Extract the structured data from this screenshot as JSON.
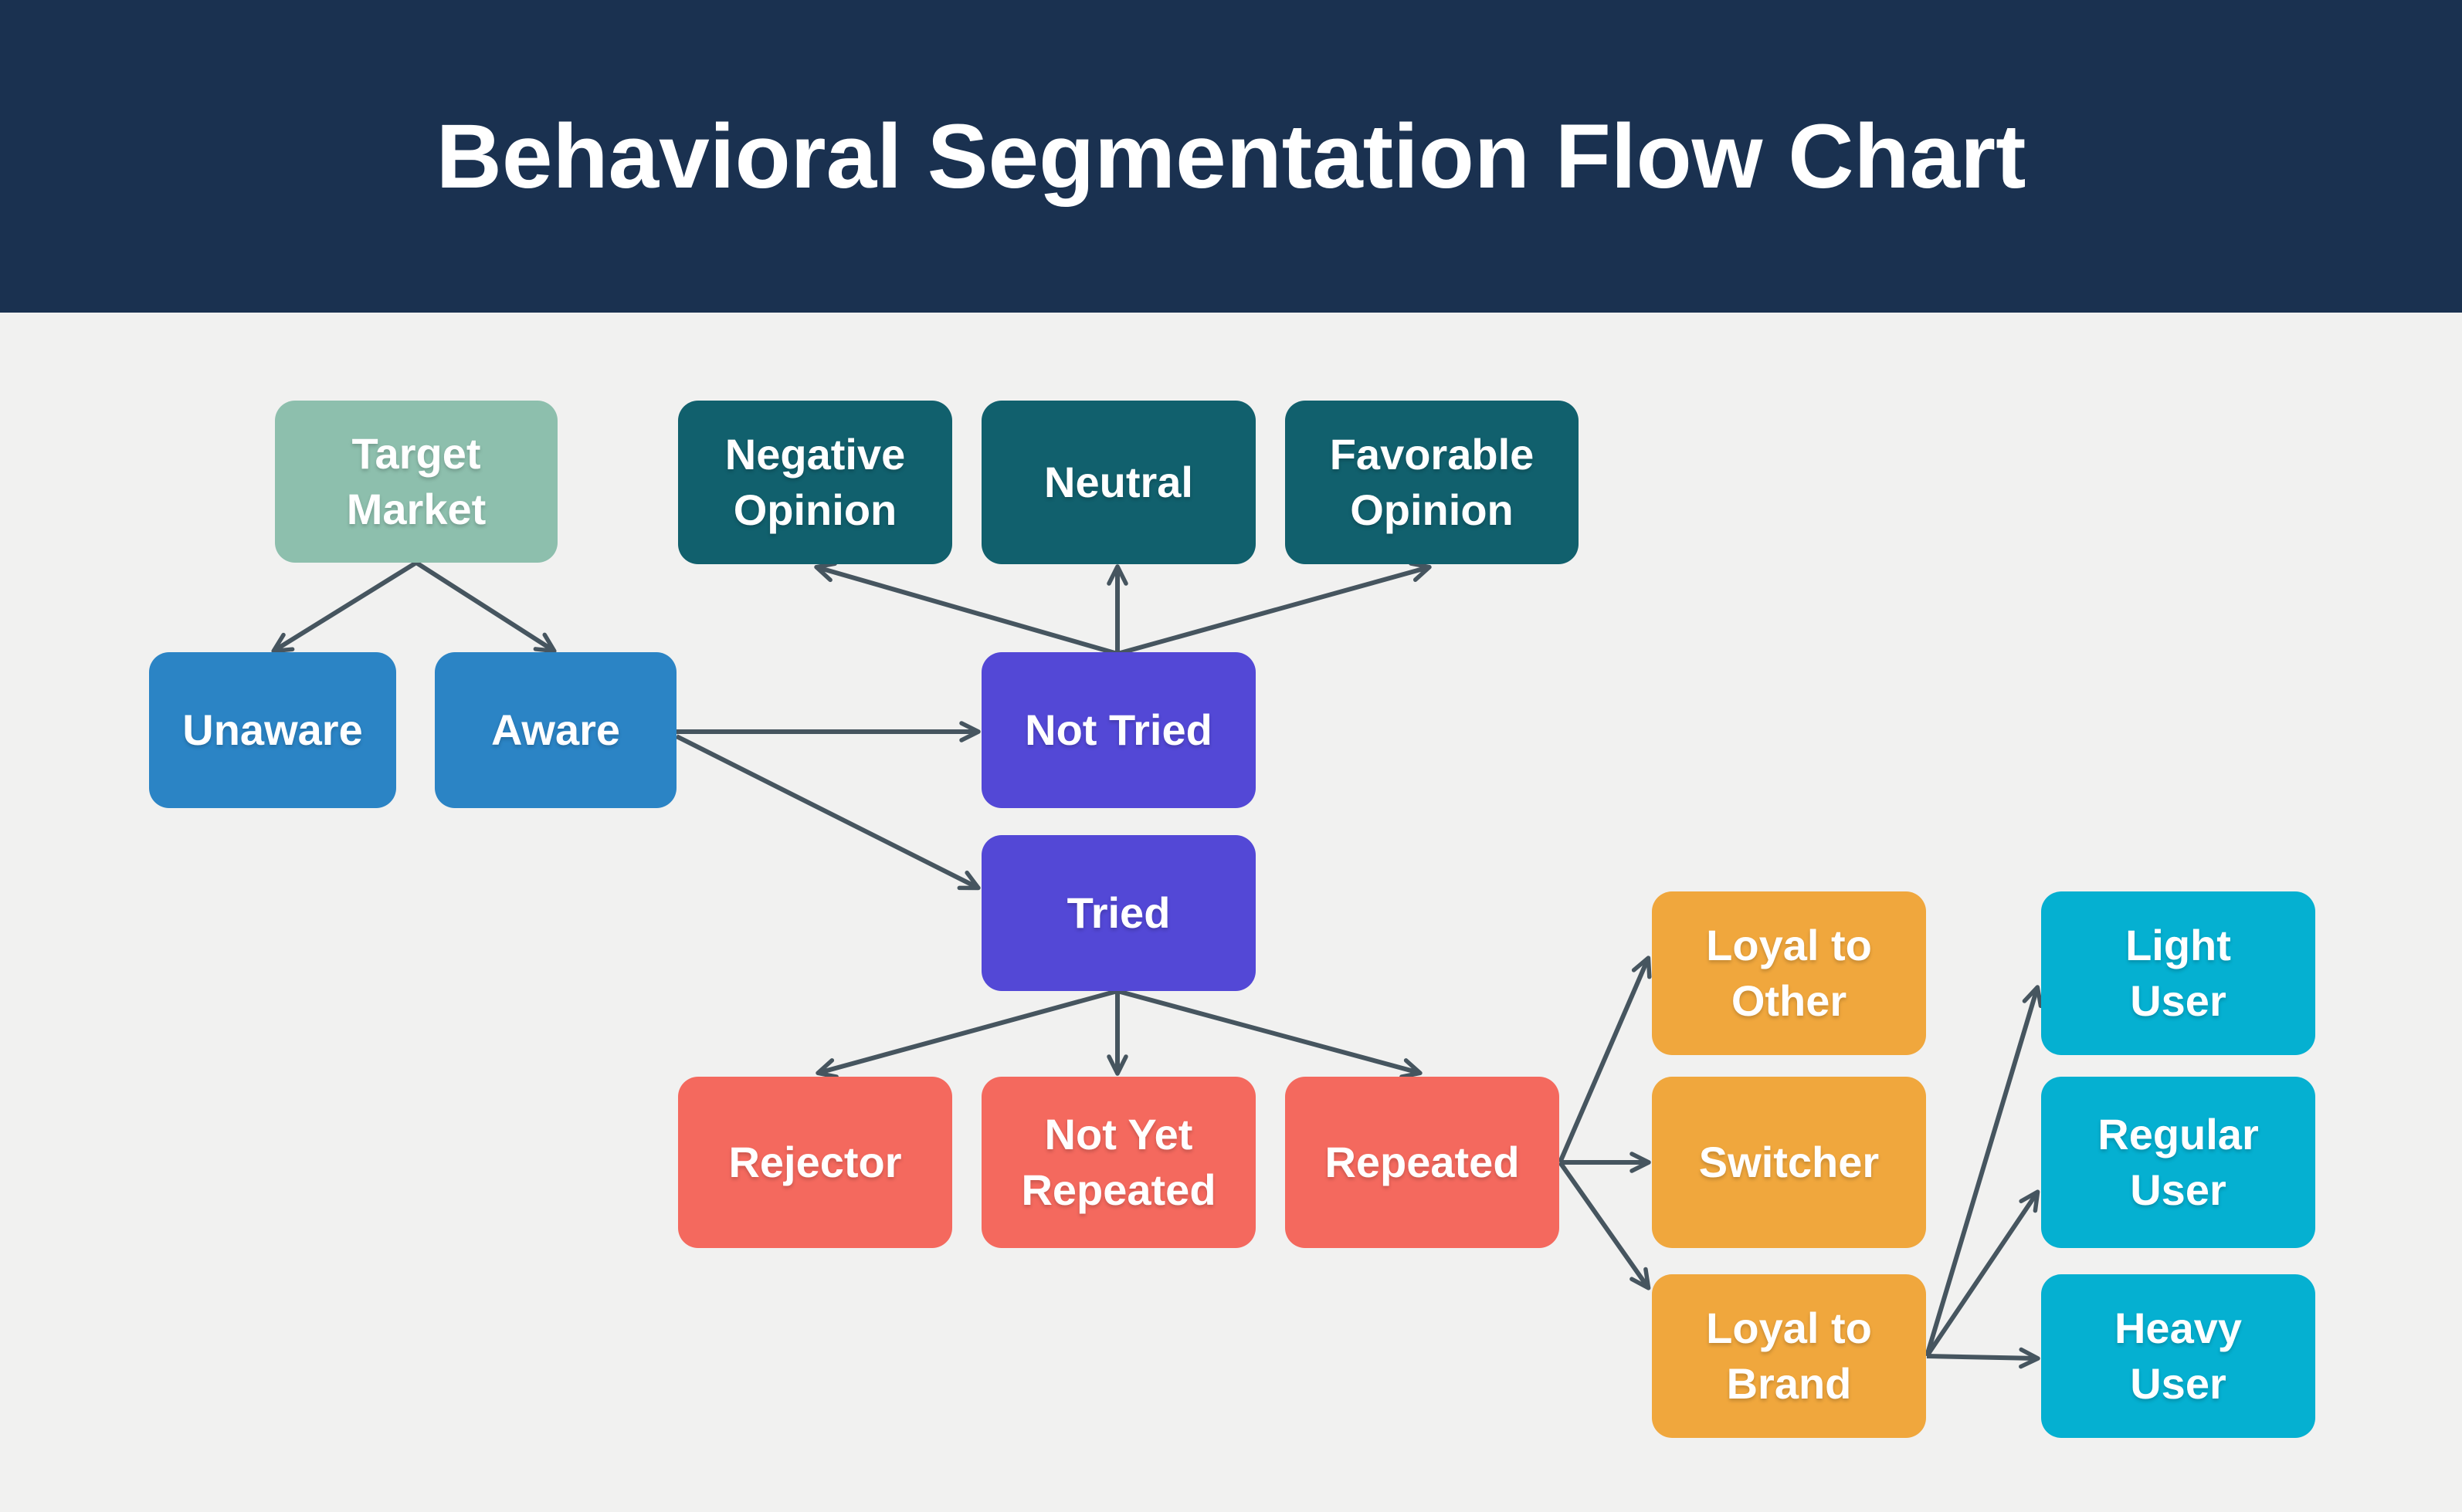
{
  "header": {
    "title": "Behavioral Segmentation Flow Chart"
  },
  "palette": {
    "header_bar": "#1a3150",
    "background": "#f1f1f0",
    "arrow": "#46555f",
    "node_text": "#ffffff",
    "green": "#8dbfad",
    "teal": "#11606d",
    "blue": "#2b84c5",
    "purple": "#5348d6",
    "coral": "#f4695e",
    "orange": "#f0a73d",
    "cyan": "#05b0d1"
  },
  "nodes": [
    {
      "id": "target-market",
      "label": "Target\nMarket",
      "color": "green"
    },
    {
      "id": "negative-opinion",
      "label": "Negative\nOpinion",
      "color": "teal"
    },
    {
      "id": "neutral",
      "label": "Neutral",
      "color": "teal"
    },
    {
      "id": "favorable-opinion",
      "label": "Favorable\nOpinion",
      "color": "teal"
    },
    {
      "id": "unaware",
      "label": "Unaware",
      "color": "blue"
    },
    {
      "id": "aware",
      "label": "Aware",
      "color": "blue"
    },
    {
      "id": "not-tried",
      "label": "Not Tried",
      "color": "purple"
    },
    {
      "id": "tried",
      "label": "Tried",
      "color": "purple"
    },
    {
      "id": "rejector",
      "label": "Rejector",
      "color": "coral"
    },
    {
      "id": "not-yet-repeated",
      "label": "Not Yet\nRepeated",
      "color": "coral"
    },
    {
      "id": "repeated",
      "label": "Repeated",
      "color": "coral"
    },
    {
      "id": "loyal-to-other",
      "label": "Loyal to\nOther",
      "color": "orange"
    },
    {
      "id": "switcher",
      "label": "Switcher",
      "color": "orange"
    },
    {
      "id": "loyal-to-brand",
      "label": "Loyal to\nBrand",
      "color": "orange"
    },
    {
      "id": "light-user",
      "label": "Light\nUser",
      "color": "cyan"
    },
    {
      "id": "regular-user",
      "label": "Regular\nUser",
      "color": "cyan"
    },
    {
      "id": "heavy-user",
      "label": "Heavy\nUser",
      "color": "cyan"
    }
  ],
  "edges": [
    {
      "from": "target-market",
      "to": "unaware"
    },
    {
      "from": "target-market",
      "to": "aware"
    },
    {
      "from": "aware",
      "to": "not-tried"
    },
    {
      "from": "aware",
      "to": "tried"
    },
    {
      "from": "not-tried",
      "to": "negative-opinion"
    },
    {
      "from": "not-tried",
      "to": "neutral"
    },
    {
      "from": "not-tried",
      "to": "favorable-opinion"
    },
    {
      "from": "tried",
      "to": "rejector"
    },
    {
      "from": "tried",
      "to": "not-yet-repeated"
    },
    {
      "from": "tried",
      "to": "repeated"
    },
    {
      "from": "repeated",
      "to": "loyal-to-other"
    },
    {
      "from": "repeated",
      "to": "switcher"
    },
    {
      "from": "repeated",
      "to": "loyal-to-brand"
    },
    {
      "from": "loyal-to-brand",
      "to": "light-user"
    },
    {
      "from": "loyal-to-brand",
      "to": "regular-user"
    },
    {
      "from": "loyal-to-brand",
      "to": "heavy-user"
    }
  ]
}
